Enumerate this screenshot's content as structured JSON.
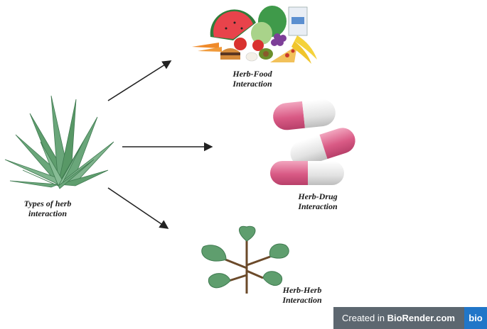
{
  "source": {
    "title_line1": "Types of herb",
    "title_line2": "interaction"
  },
  "targets": {
    "food": {
      "line1": "Herb-Food",
      "line2": "Interaction"
    },
    "drug": {
      "line1": "Herb-Drug",
      "line2": "Interaction"
    },
    "herb": {
      "line1": "Herb-Herb",
      "line2": "Interaction"
    }
  },
  "watermark": {
    "prefix": "Created in ",
    "brand": "BioRender.com",
    "logo": "bio"
  },
  "icons": {
    "source": "agave-plant-icon",
    "food": "assorted-food-icon",
    "drug": "capsule-pills-icon",
    "herb": "leafy-herb-icon"
  },
  "colors": {
    "arrow": "#222222",
    "leaf": "#5f9e6e",
    "capsule_pink": "#d95a85",
    "capsule_grey": "#dcdcdc",
    "watermark_bg": "#5d6770",
    "logo_bg": "#2176c8"
  }
}
